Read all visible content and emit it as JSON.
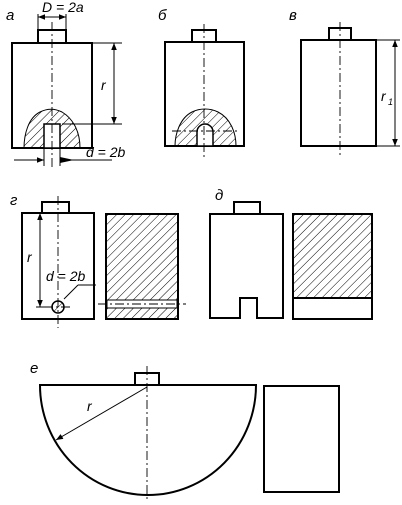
{
  "panels": {
    "a": {
      "label": "а",
      "dim_top": "D = 2a",
      "dim_side": "r",
      "dim_bottom": "d = 2b"
    },
    "b": {
      "label": "б"
    },
    "v": {
      "label": "в",
      "dim_side": "r",
      "dim_side_sub": "1"
    },
    "g": {
      "label": "г",
      "dim_side": "r",
      "dim_hole": "d = 2b"
    },
    "d": {
      "label": "д"
    },
    "e": {
      "label": "е",
      "dim_radius": "r"
    }
  }
}
